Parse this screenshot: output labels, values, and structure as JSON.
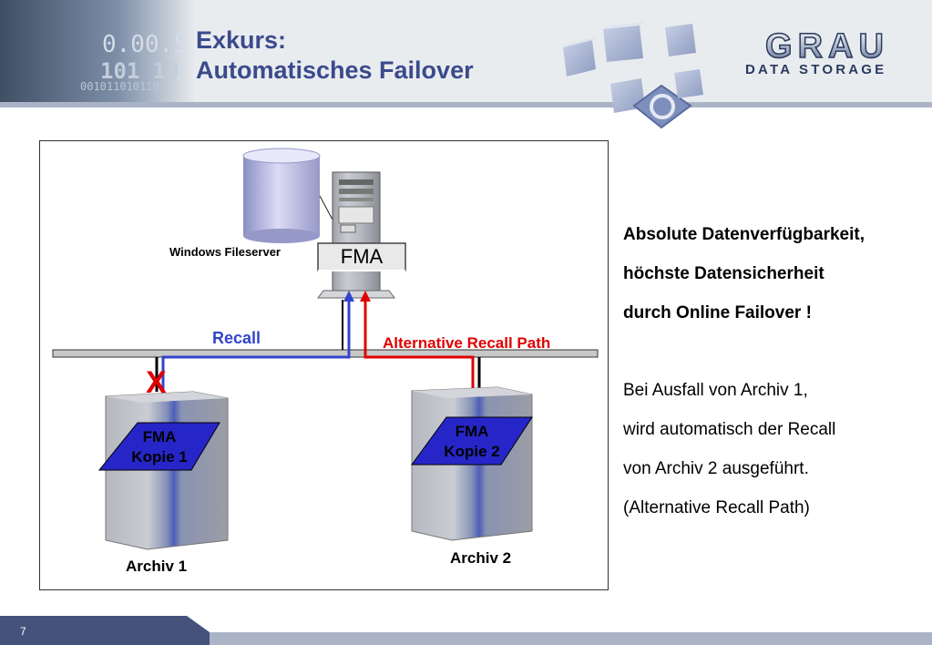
{
  "header": {
    "title_line1": "Exkurs:",
    "title_line2": "Automatisches Failover",
    "decor_digits_1": "0.00.5",
    "decor_digits_2": "101 10",
    "decor_digits_3": "0010110101101"
  },
  "logo": {
    "name": "GRAU",
    "subtitle": "DATA STORAGE"
  },
  "diagram": {
    "server_label": "Windows Fileserver",
    "server_box": "FMA",
    "recall": "Recall",
    "alt_recall": "Alternative Recall Path",
    "fail_mark": "X",
    "archive1_box_l1": "FMA",
    "archive1_box_l2": "Kopie 1",
    "archive2_box_l1": "FMA",
    "archive2_box_l2": "Kopie 2",
    "archive1_label": "Archiv 1",
    "archive2_label": "Archiv 2"
  },
  "side_text": {
    "bold_lines": [
      "Absolute Datenverfügbarkeit,",
      "höchste Datensicherheit",
      "durch Online Failover !"
    ],
    "normal_lines": [
      "Bei Ausfall von Archiv 1,",
      "wird automatisch der Recall",
      "von Archiv 2 ausgeführt.",
      "(Alternative Recall Path)"
    ]
  },
  "colors": {
    "title": "#3b4a8c",
    "recall": "#3344cc",
    "alt_recall": "#e00000",
    "fma_box": "#2626c8"
  },
  "footer": {
    "page": "7"
  }
}
